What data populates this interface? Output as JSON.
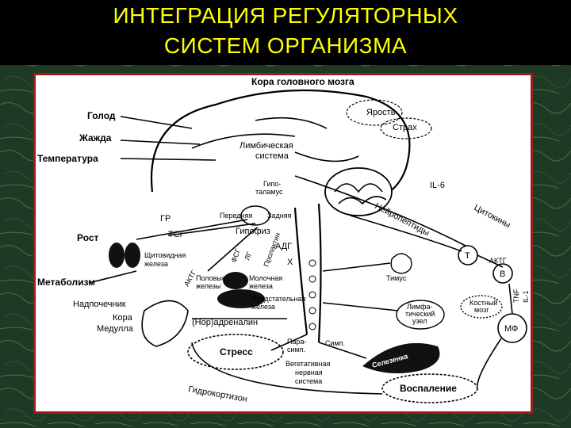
{
  "title": {
    "line1": "ИНТЕГРАЦИЯ РЕГУЛЯТОРНЫХ",
    "line2": "СИСТЕМ ОРГАНИЗМА"
  },
  "diagram": {
    "cortex": "Кора головного мозга",
    "anger": "Ярость",
    "fear": "Страх",
    "hunger": "Голод",
    "thirst": "Жажда",
    "temperature": "Температура",
    "limbic_1": "Лимбическая",
    "limbic_2": "система",
    "hypothalamus_1": "Гипо-",
    "hypothalamus_2": "таламус",
    "il6": "IL-6",
    "neuropeptides": "Нейропептиды",
    "cytokines": "Цитокины",
    "gr": "ГР",
    "tsh": "ТСГ",
    "growth": "Рост",
    "anterior": "Передняя",
    "posterior": "Задняя",
    "pituitary": "Гипофиз",
    "adg": "АДГ",
    "fsg": "ФСГ",
    "lg": "ЛГ",
    "prolactin": "Пролактин",
    "x_mark": "Х",
    "thyroid_1": "Щитовидная",
    "thyroid_2": "железа",
    "metabolism": "Метаболизм",
    "actg_left": "АКТГ",
    "gonads_1": "Половые",
    "gonads_2": "железы",
    "mammary_1": "Молочная",
    "mammary_2": "железа",
    "prostate_1": "Предстательная",
    "prostate_2": "железа",
    "thymus": "Тимус",
    "t_cell": "Т",
    "b_cell": "В",
    "actg_right": "АКТГ",
    "tnf": "TNF",
    "il1": "IL-1",
    "adrenal": "Надпочечник",
    "adrenal_cortex": "Кора",
    "adrenal_medulla": "Медулла",
    "noradrenaline": "(Нор)адреналин",
    "lymph_1": "Лимфа-",
    "lymph_2": "тический",
    "lymph_3": "узел",
    "bone_marrow_1": "Костный",
    "bone_marrow_2": "мозг",
    "mf": "МФ",
    "stress": "Стресс",
    "parasymp_1": "Пара-",
    "parasymp_2": "симп.",
    "symp": "Симп.",
    "ans_1": "Вегетативная",
    "ans_2": "нервная",
    "ans_3": "система",
    "spleen": "Селезенка",
    "hydrocortisone": "Гидрокортизон",
    "inflammation": "Воспаление"
  },
  "colors": {
    "title": "#ffff00",
    "title_bg": "#000000",
    "panel_border": "#9b1d1d",
    "background": "#1f3a24"
  }
}
